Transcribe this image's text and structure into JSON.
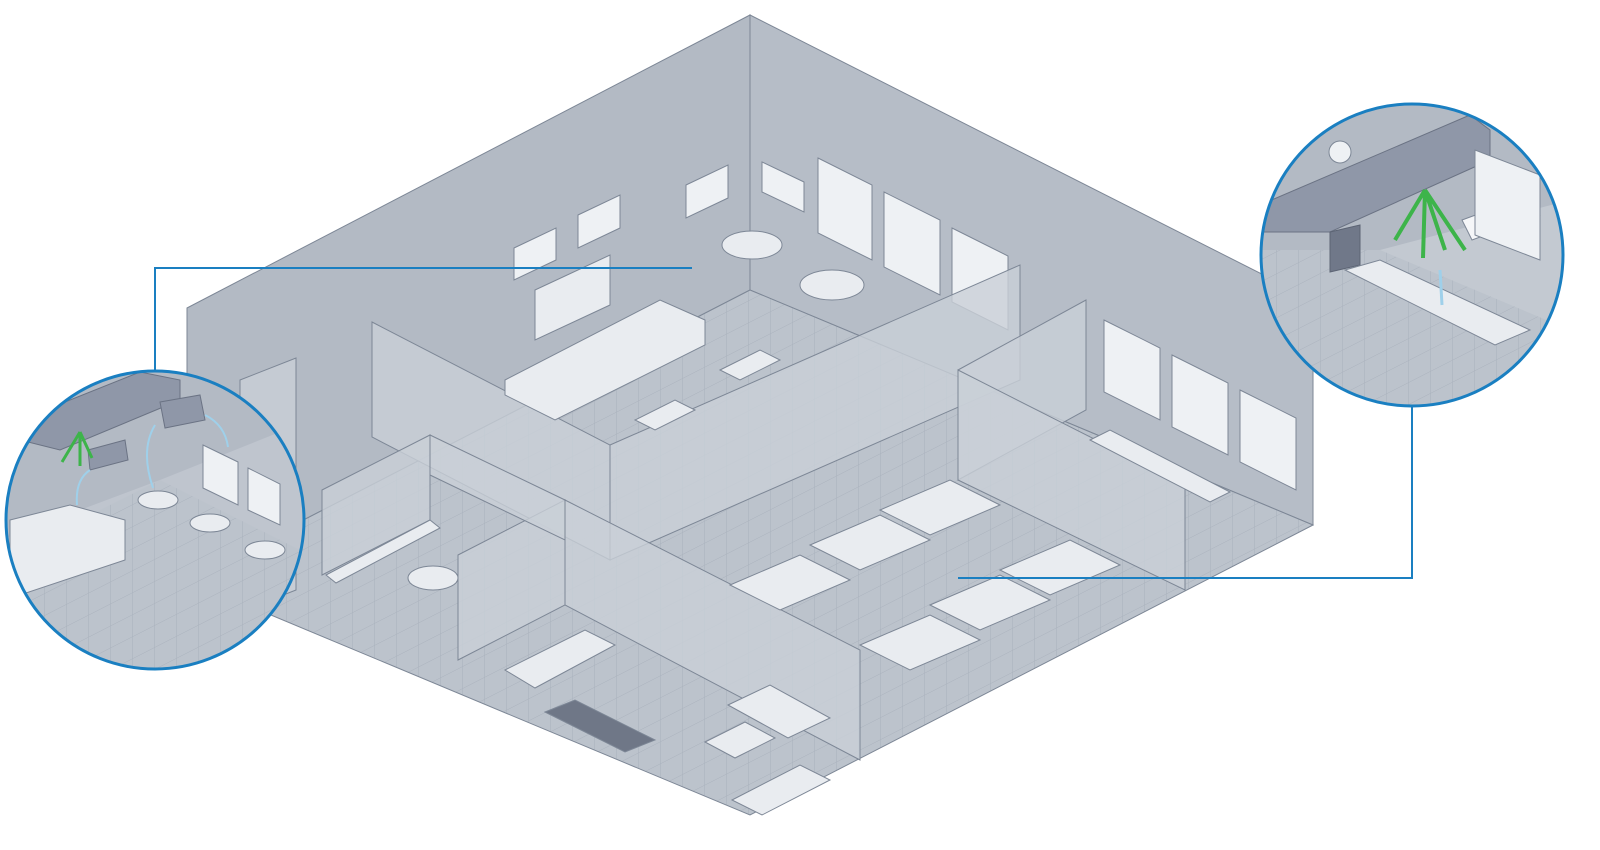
{
  "illustration": {
    "subject": "isometric-office-floor-plan",
    "colors": {
      "wall": "#b3bac4",
      "wall_dark": "#a7afba",
      "floor": "#bcc3cc",
      "furniture": "#e9ecf0",
      "outline": "#7d8796",
      "glass": "#cfd5dc",
      "callout": "#1a7fc1",
      "airflow_green": "#3db44a",
      "airflow_blue": "#9fd0ea",
      "duct": "#8f97a8"
    },
    "callouts": [
      {
        "id": "cafeteria-zoom",
        "icon": "magnifier-circle"
      },
      {
        "id": "meeting-room-zoom",
        "icon": "magnifier-circle"
      }
    ]
  }
}
